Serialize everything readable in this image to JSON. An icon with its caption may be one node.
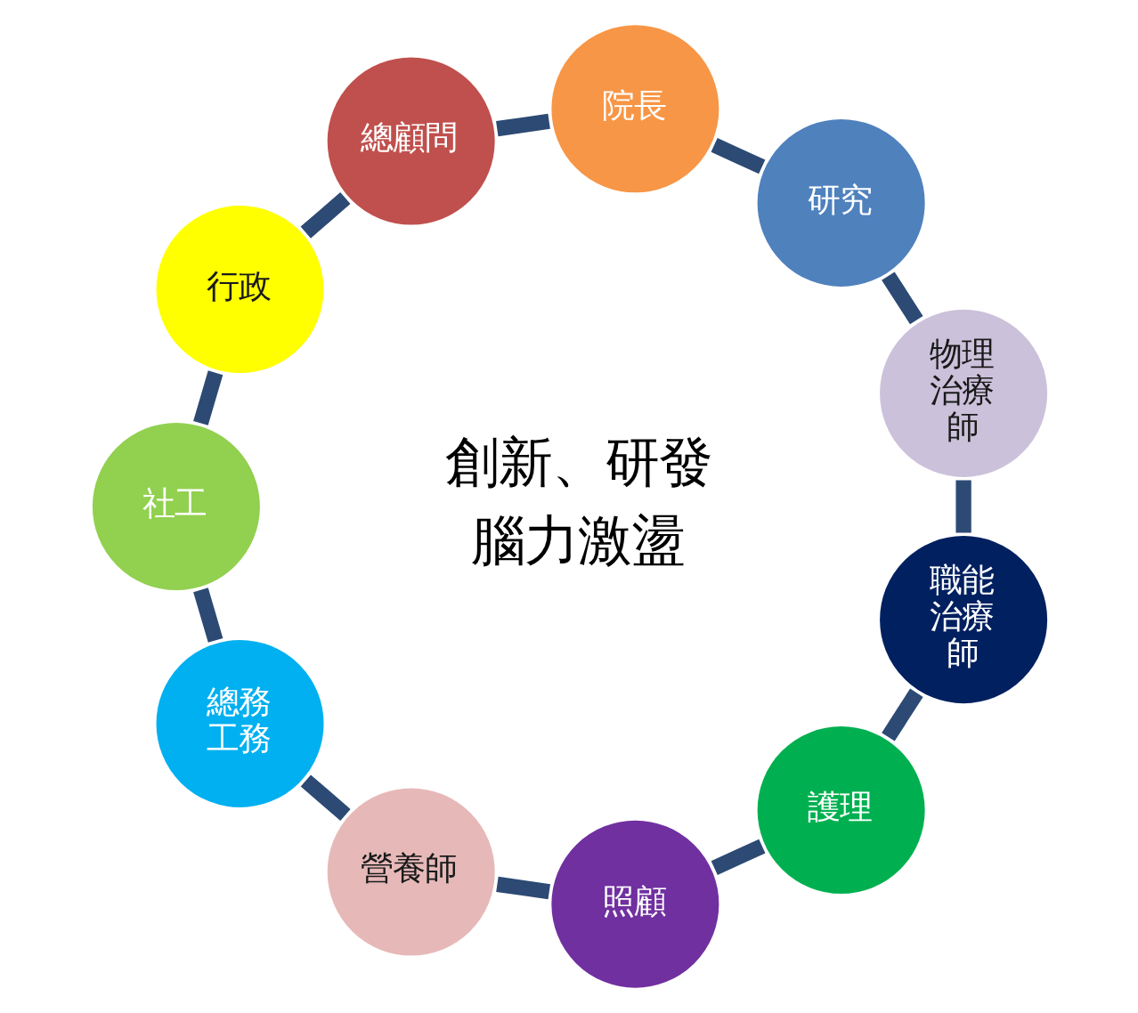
{
  "diagram": {
    "nodes": [
      {
        "text": [
          "總顧問"
        ]
      },
      {
        "text": [
          "院長"
        ]
      },
      {
        "text": [
          "研究"
        ]
      },
      {
        "text": [
          "物理治療師"
        ]
      },
      {
        "text": [
          "職能治療師"
        ]
      },
      {
        "text": [
          "護理"
        ]
      },
      {
        "text": [
          "照顧"
        ]
      },
      {
        "text": [
          "營養師"
        ]
      },
      {
        "text": [
          "總務工務"
        ]
      },
      {
        "text": [
          "社工"
        ]
      },
      {
        "text": [
          "行政"
        ]
      }
    ],
    "edges": [
      {
        "from": 0,
        "to": 1,
        "arrow": "none"
      },
      {
        "from": 1,
        "to": 2,
        "arrow": "none"
      },
      {
        "from": 2,
        "to": 3,
        "arrow": "none"
      },
      {
        "from": 3,
        "to": 4,
        "arrow": "none"
      },
      {
        "from": 4,
        "to": 5,
        "arrow": "none"
      },
      {
        "from": 5,
        "to": 6,
        "arrow": "none"
      },
      {
        "from": 6,
        "to": 7,
        "arrow": "none"
      },
      {
        "from": 7,
        "to": 8,
        "arrow": "none"
      },
      {
        "from": 8,
        "to": 9,
        "arrow": "none"
      },
      {
        "from": 9,
        "to": 10,
        "arrow": "none"
      },
      {
        "from": 10,
        "to": 0,
        "arrow": "none"
      }
    ],
    "labels": [
      "創新、研發",
      "腦力激盪"
    ]
  }
}
